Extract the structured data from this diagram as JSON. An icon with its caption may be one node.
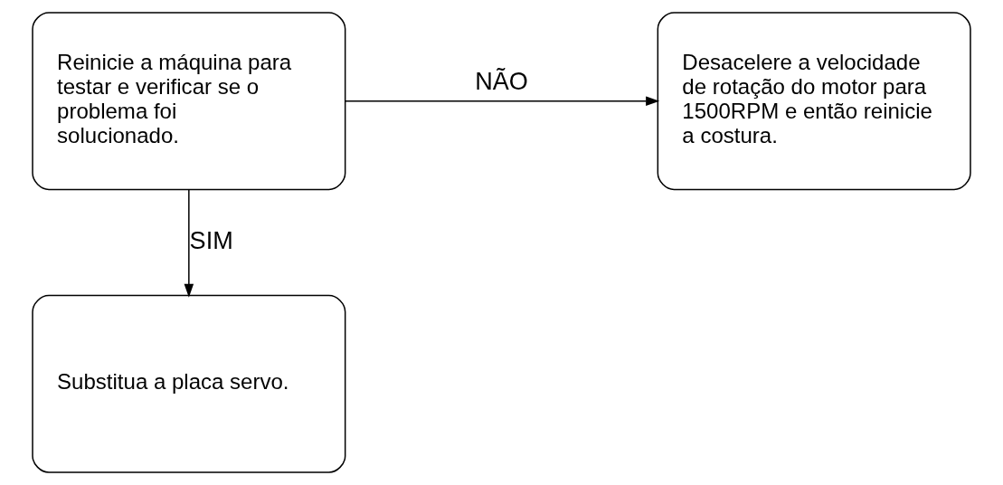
{
  "diagram": {
    "nodes": [
      {
        "text": [
          "Reinicie a máquina para testar e verificar se o problema foi solucionado."
        ]
      },
      {
        "text": [
          "Desacelere a velocidade de rotação do motor para 1500RPM e então reinicie a costura."
        ]
      },
      {
        "text": [
          "Substitua a placa servo."
        ]
      }
    ],
    "edges": [
      {
        "from": 0,
        "to": 1,
        "arrow": "to",
        "label": "NÃO"
      },
      {
        "from": 0,
        "to": 2,
        "arrow": "to",
        "label": "SIM"
      }
    ]
  }
}
